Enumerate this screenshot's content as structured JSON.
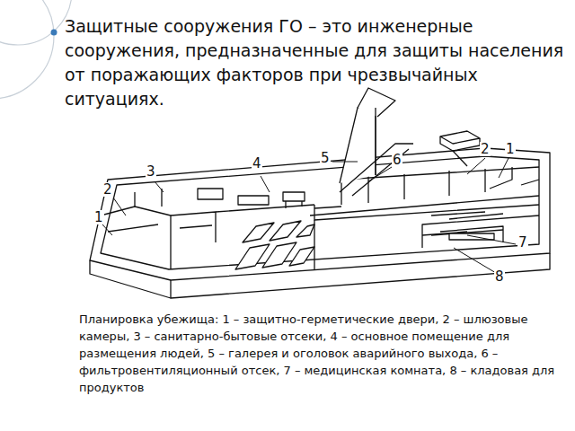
{
  "diagram": {
    "title": "Защитные сооружения ГО – это инженерные сооружения, предназначенные для защиты населения от поражающих факторов при чрезвычайных ситуациях.",
    "caption": "Планировка убежища: 1 – защитно-герметические двери, 2 – шлюзовые камеры, 3 – санитарно-бытовые отсеки, 4 – основное помещение для размещения людей, 5 – галерея и оголовок аварийного выхода, 6 – фильтровентиляционный отсек, 7 – медицинская комната, 8 – кладовая для продуктов",
    "labels": [
      "1",
      "2",
      "3",
      "4",
      "5",
      "6",
      "2",
      "1",
      "7",
      "8"
    ]
  }
}
